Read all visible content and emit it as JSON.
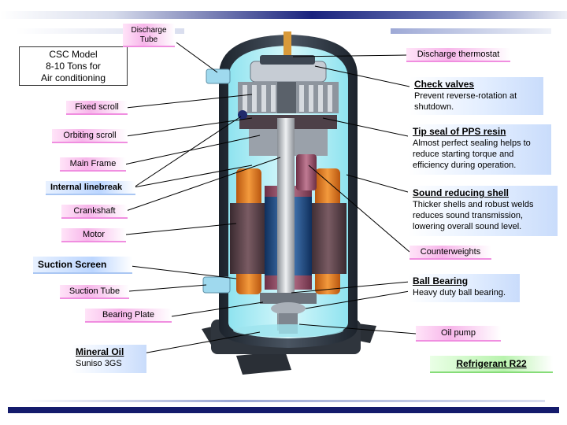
{
  "model_box": {
    "line1": "CSC Model",
    "line2": "8-10 Tons for",
    "line3": "Air conditioning"
  },
  "labels": {
    "discharge_tube_1": "Discharge",
    "discharge_tube_2": "Tube",
    "discharge_thermostat": "Discharge thermostat",
    "fixed_scroll": "Fixed scroll",
    "orbiting_scroll": "Orbiting scroll",
    "main_frame": "Main Frame",
    "internal_linebreak": "Internal linebreak",
    "crankshaft": "Crankshaft",
    "motor": "Motor",
    "suction_screen": "Suction Screen",
    "suction_tube": "Suction Tube",
    "bearing_plate": "Bearing Plate",
    "counterweights": "Counterweights",
    "oil_pump": "Oil pump",
    "refrigerant": "Refrigerant R22"
  },
  "callouts": {
    "check_valves": {
      "title": "Check valves",
      "line1": "Prevent reverse-rotation at",
      "line2": "shutdown."
    },
    "tip_seal": {
      "title": "Tip seal of PPS resin",
      "line1": "Almost perfect sealing helps to",
      "line2": "reduce starting torque and",
      "line3": "efficiency during operation."
    },
    "sound_shell": {
      "title": "Sound reducing shell",
      "line1": "Thicker shells and robust welds",
      "line2": "reduces sound transmission,",
      "line3": "lowering overall sound level."
    },
    "ball_bearing": {
      "title": "Ball Bearing",
      "line1": "Heavy duty ball bearing."
    },
    "mineral_oil": {
      "title": "Mineral Oil",
      "line1": "Suniso 3GS"
    }
  },
  "colors": {
    "pink_label": "#f7b6ea",
    "blue_label": "#bcd6ff",
    "green_label": "#b9f3ae",
    "shell": "#2b3440",
    "motor_core": "#1f4f8c",
    "winding": "#e0761e",
    "accent_bar": "#1a237e"
  }
}
